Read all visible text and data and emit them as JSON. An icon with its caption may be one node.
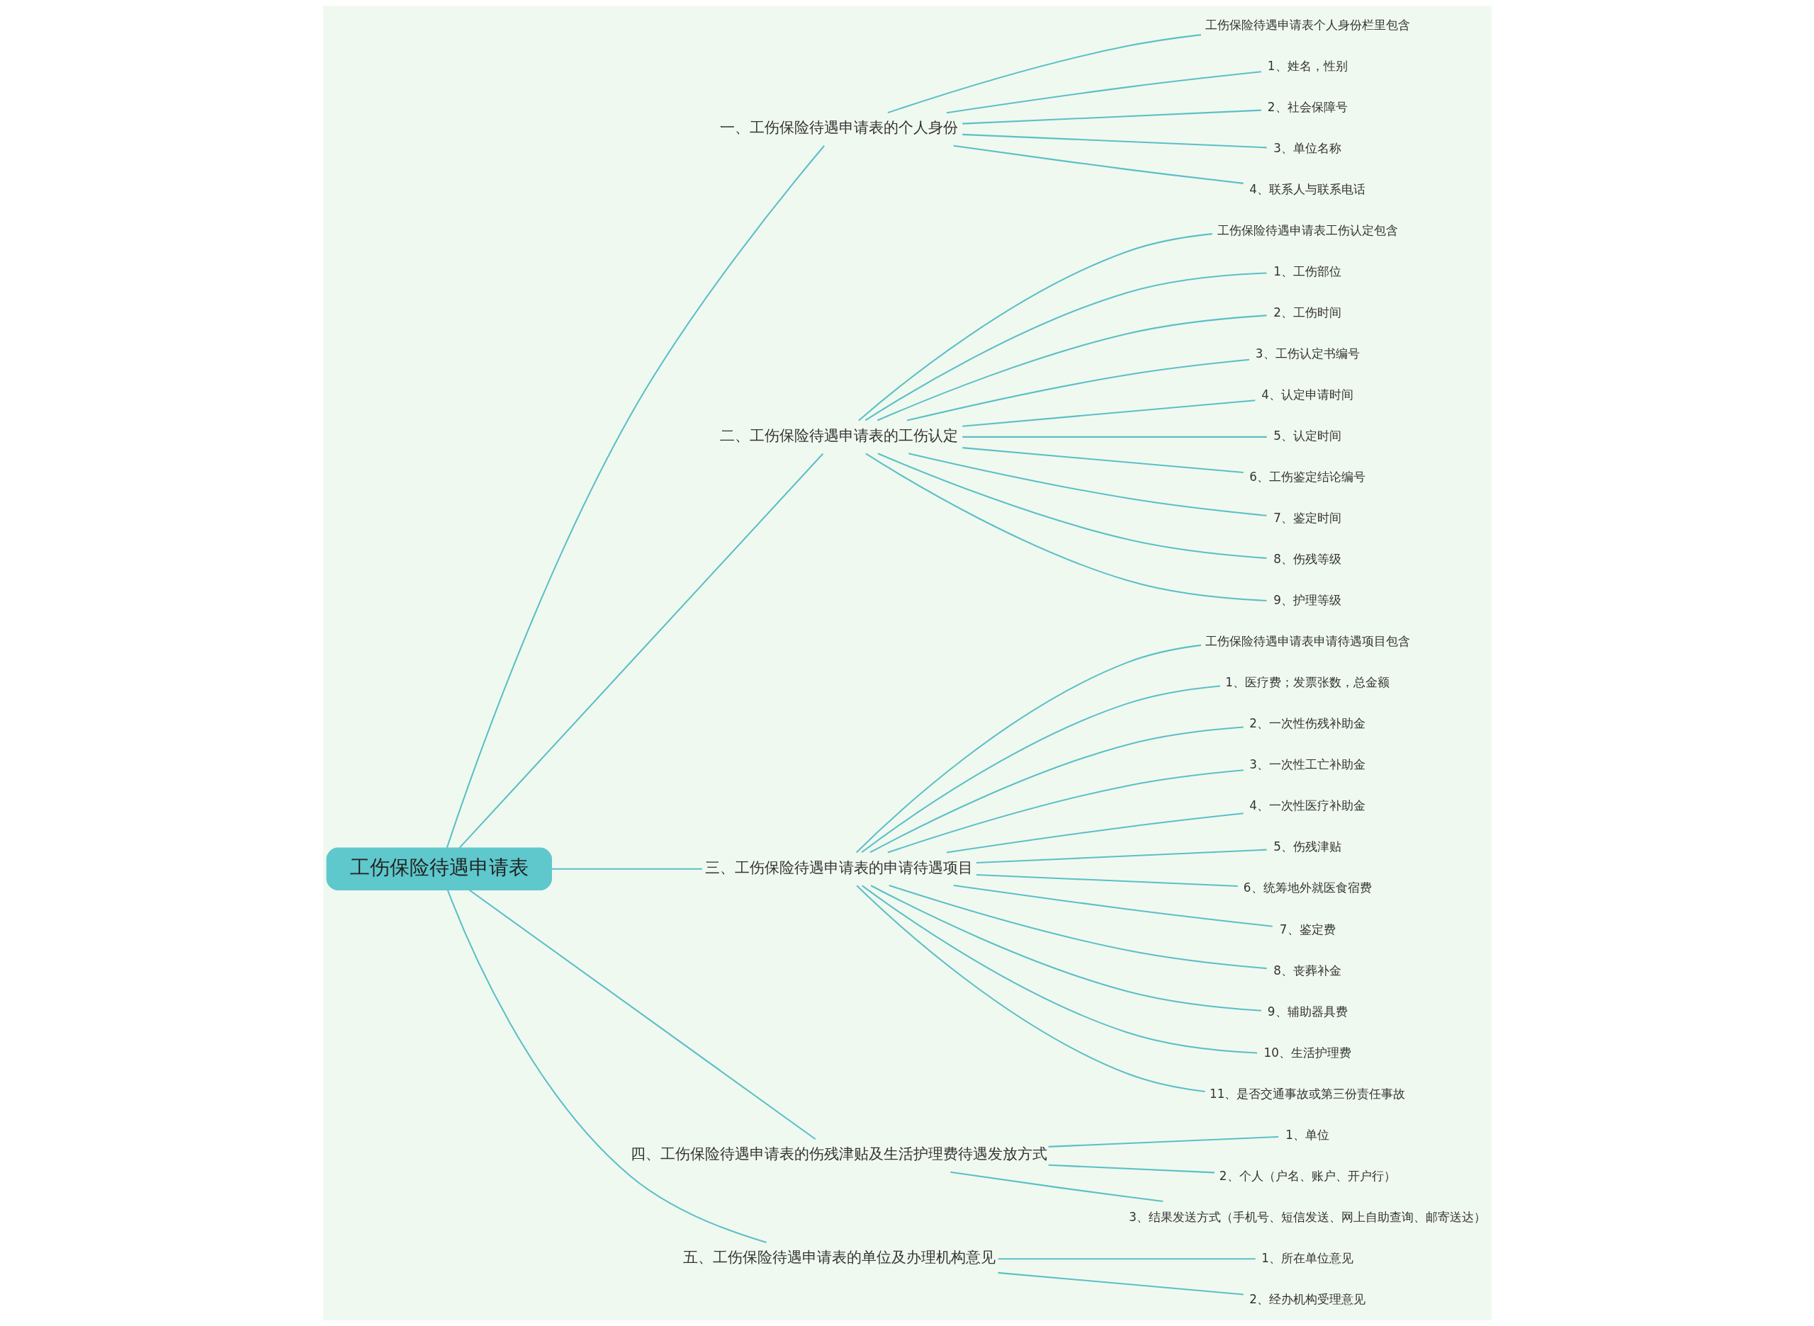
{
  "diagram": {
    "nodes": [
      {
        "text": [
          "工伤保险待遇申请表"
        ]
      },
      {
        "text": [
          "一、工伤保险待遇申请表的个人身份"
        ]
      },
      {
        "text": [
          "工伤保险待遇申请表个人身份栏里包含"
        ]
      },
      {
        "text": [
          "1、姓名，性别"
        ]
      },
      {
        "text": [
          "2、社会保障号"
        ]
      },
      {
        "text": [
          "3、单位名称"
        ]
      },
      {
        "text": [
          "4、联系人与联系电话"
        ]
      },
      {
        "text": [
          "二、工伤保险待遇申请表的工伤认定"
        ]
      },
      {
        "text": [
          "工伤保险待遇申请表工伤认定包含"
        ]
      },
      {
        "text": [
          "1、工伤部位"
        ]
      },
      {
        "text": [
          "2、工伤时间"
        ]
      },
      {
        "text": [
          "3、工伤认定书编号"
        ]
      },
      {
        "text": [
          "4、认定申请时间"
        ]
      },
      {
        "text": [
          "5、认定时间"
        ]
      },
      {
        "text": [
          "6、工伤鉴定结论编号"
        ]
      },
      {
        "text": [
          "7、鉴定时间"
        ]
      },
      {
        "text": [
          "8、伤残等级"
        ]
      },
      {
        "text": [
          "9、护理等级"
        ]
      },
      {
        "text": [
          "三、工伤保险待遇申请表的申请待遇项目"
        ]
      },
      {
        "text": [
          "工伤保险待遇申请表申请待遇项目包含"
        ]
      },
      {
        "text": [
          "1、医疗费；发票张数，总金额"
        ]
      },
      {
        "text": [
          "2、一次性伤残补助金"
        ]
      },
      {
        "text": [
          "3、一次性工亡补助金"
        ]
      },
      {
        "text": [
          "4、一次性医疗补助金"
        ]
      },
      {
        "text": [
          "5、伤残津贴"
        ]
      },
      {
        "text": [
          "6、统筹地外就医食宿费"
        ]
      },
      {
        "text": [
          "7、鉴定费"
        ]
      },
      {
        "text": [
          "8、丧葬补金"
        ]
      },
      {
        "text": [
          "9、辅助器具费"
        ]
      },
      {
        "text": [
          "10、生活护理费"
        ]
      },
      {
        "text": [
          "11、是否交通事故或第三份责任事故"
        ]
      },
      {
        "text": [
          "四、工伤保险待遇申请表的伤残津贴及生活护理费待遇发放方式"
        ]
      },
      {
        "text": [
          "1、单位"
        ]
      },
      {
        "text": [
          "2、个人（户名、账户、开户行）"
        ]
      },
      {
        "text": [
          "3、结果发送方式（手机号、短信发送、网上自助查询、邮寄送达）"
        ]
      },
      {
        "text": [
          "五、工伤保险待遇申请表的单位及办理机构意见"
        ]
      },
      {
        "text": [
          "1、所在单位意见"
        ]
      },
      {
        "text": [
          "2、经办机构受理意见"
        ]
      }
    ],
    "edges": [
      {
        "from": 0,
        "to": 1,
        "arrow": "none"
      },
      {
        "from": 0,
        "to": 7,
        "arrow": "none"
      },
      {
        "from": 0,
        "to": 18,
        "arrow": "none"
      },
      {
        "from": 0,
        "to": 31,
        "arrow": "none"
      },
      {
        "from": 0,
        "to": 35,
        "arrow": "none"
      },
      {
        "from": 1,
        "to": 2,
        "arrow": "none"
      },
      {
        "from": 1,
        "to": 3,
        "arrow": "none"
      },
      {
        "from": 1,
        "to": 4,
        "arrow": "none"
      },
      {
        "from": 1,
        "to": 5,
        "arrow": "none"
      },
      {
        "from": 1,
        "to": 6,
        "arrow": "none"
      },
      {
        "from": 7,
        "to": 8,
        "arrow": "none"
      },
      {
        "from": 7,
        "to": 9,
        "arrow": "none"
      },
      {
        "from": 7,
        "to": 10,
        "arrow": "none"
      },
      {
        "from": 7,
        "to": 11,
        "arrow": "none"
      },
      {
        "from": 7,
        "to": 12,
        "arrow": "none"
      },
      {
        "from": 7,
        "to": 13,
        "arrow": "none"
      },
      {
        "from": 7,
        "to": 14,
        "arrow": "none"
      },
      {
        "from": 7,
        "to": 15,
        "arrow": "none"
      },
      {
        "from": 7,
        "to": 16,
        "arrow": "none"
      },
      {
        "from": 7,
        "to": 17,
        "arrow": "none"
      },
      {
        "from": 18,
        "to": 19,
        "arrow": "none"
      },
      {
        "from": 18,
        "to": 20,
        "arrow": "none"
      },
      {
        "from": 18,
        "to": 21,
        "arrow": "none"
      },
      {
        "from": 18,
        "to": 22,
        "arrow": "none"
      },
      {
        "from": 18,
        "to": 23,
        "arrow": "none"
      },
      {
        "from": 18,
        "to": 24,
        "arrow": "none"
      },
      {
        "from": 18,
        "to": 25,
        "arrow": "none"
      },
      {
        "from": 18,
        "to": 26,
        "arrow": "none"
      },
      {
        "from": 18,
        "to": 27,
        "arrow": "none"
      },
      {
        "from": 18,
        "to": 28,
        "arrow": "none"
      },
      {
        "from": 18,
        "to": 29,
        "arrow": "none"
      },
      {
        "from": 18,
        "to": 30,
        "arrow": "none"
      },
      {
        "from": 31,
        "to": 32,
        "arrow": "none"
      },
      {
        "from": 31,
        "to": 33,
        "arrow": "none"
      },
      {
        "from": 31,
        "to": 34,
        "arrow": "none"
      },
      {
        "from": 35,
        "to": 36,
        "arrow": "none"
      },
      {
        "from": 35,
        "to": 37,
        "arrow": "none"
      }
    ]
  }
}
